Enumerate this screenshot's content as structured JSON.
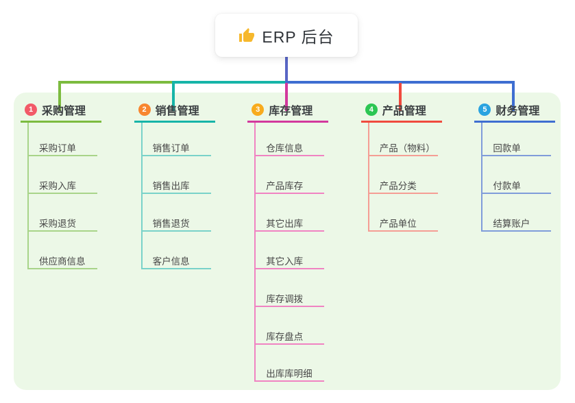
{
  "root": {
    "label": "ERP 后台",
    "icon": "thumbs-up-icon",
    "line_color": "#5966c5"
  },
  "panel": {
    "bg_color": "#ecf8e7"
  },
  "branches": [
    {
      "index": "1",
      "label": "采购管理",
      "colors": {
        "badge": "#f25a68",
        "line": "#7cbb3f",
        "child_line": "#a8d489"
      },
      "children": [
        "采购订单",
        "采购入库",
        "采购退货",
        "供应商信息"
      ]
    },
    {
      "index": "2",
      "label": "销售管理",
      "colors": {
        "badge": "#f8862f",
        "line": "#16b4a8",
        "child_line": "#79d2c9"
      },
      "children": [
        "销售订单",
        "销售出库",
        "销售退货",
        "客户信息"
      ]
    },
    {
      "index": "3",
      "label": "库存管理",
      "colors": {
        "badge": "#f8ab1d",
        "line": "#d2389d",
        "child_line": "#f083c2"
      },
      "children": [
        "仓库信息",
        "产品库存",
        "其它出库",
        "其它入库",
        "库存调拨",
        "库存盘点",
        "出库库明细"
      ]
    },
    {
      "index": "4",
      "label": "产品管理",
      "colors": {
        "badge": "#2cc653",
        "line": "#f04a3e",
        "child_line": "#f59d94"
      },
      "children": [
        "产品（物料）",
        "产品分类",
        "产品单位"
      ]
    },
    {
      "index": "5",
      "label": "财务管理",
      "colors": {
        "badge": "#2aa3e0",
        "line": "#3e6ed1",
        "child_line": "#7f9cda"
      },
      "children": [
        "回款单",
        "付款单",
        "结算账户"
      ]
    }
  ]
}
